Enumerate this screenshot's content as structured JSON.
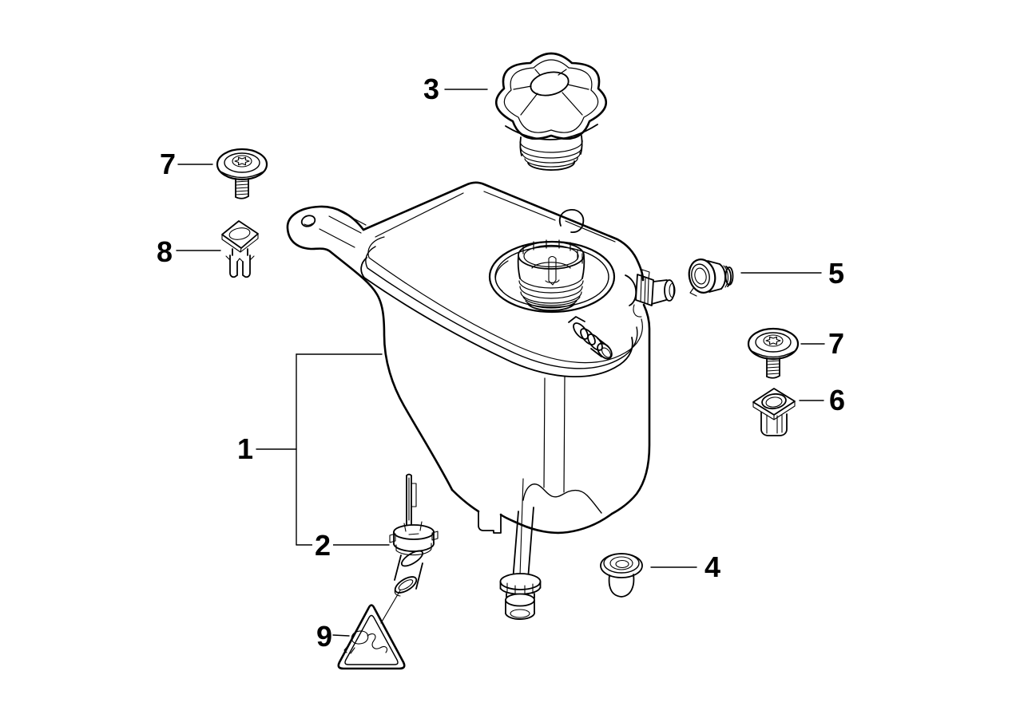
{
  "page": {
    "background_color": "#ffffff",
    "line_color": "#000000"
  },
  "diagram": {
    "type": "exploded-parts-diagram",
    "callouts": {
      "tank": {
        "text": "1"
      },
      "level_sensor": {
        "text": "2"
      },
      "filler_cap": {
        "text": "3"
      },
      "grommet": {
        "text": "4"
      },
      "vent_valve": {
        "text": "5"
      },
      "expanding_nut": {
        "text": "6"
      },
      "screw_left": {
        "text": "7"
      },
      "screw_right": {
        "text": "7"
      },
      "expanding_rivet": {
        "text": "8"
      },
      "warning_label": {
        "text": "9"
      }
    }
  }
}
